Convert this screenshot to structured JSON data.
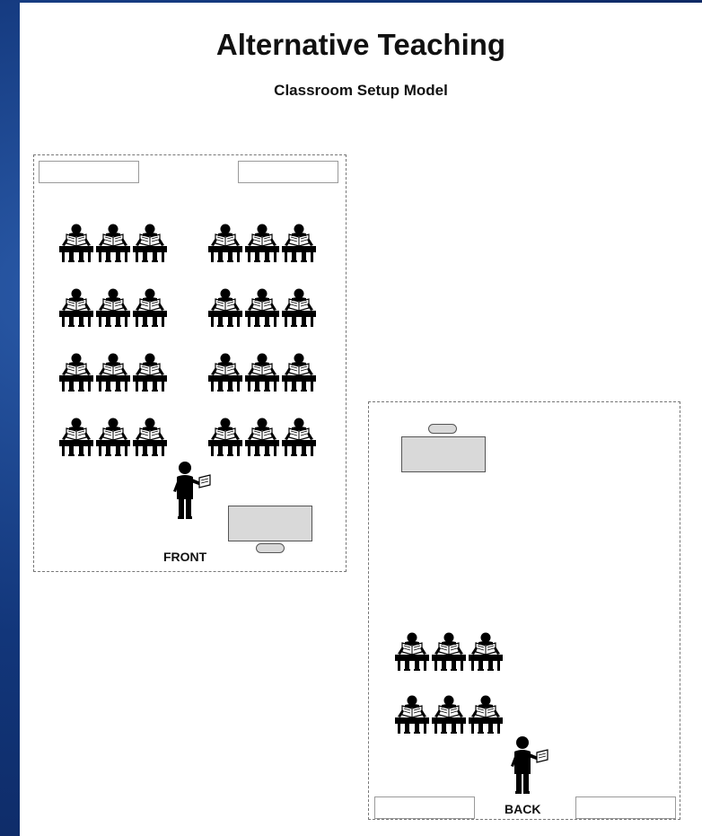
{
  "slide": {
    "title": "Alternative Teaching",
    "subtitle": "Classroom Setup Model"
  },
  "room_a": {
    "label": "FRONT",
    "student_groups": 2,
    "rows": 4,
    "students_per_row_per_group": 3
  },
  "room_b": {
    "label": "BACK",
    "rows": 2,
    "students_per_row": 3
  },
  "colors": {
    "background": "#12367a",
    "slide": "#ffffff",
    "desk_fill": "#d9d9d9",
    "figure": "#000000"
  },
  "icons": [
    "student-at-desk-icon",
    "teacher-reading-icon",
    "teacher-desk-icon",
    "chair-icon",
    "whiteboard-icon"
  ]
}
